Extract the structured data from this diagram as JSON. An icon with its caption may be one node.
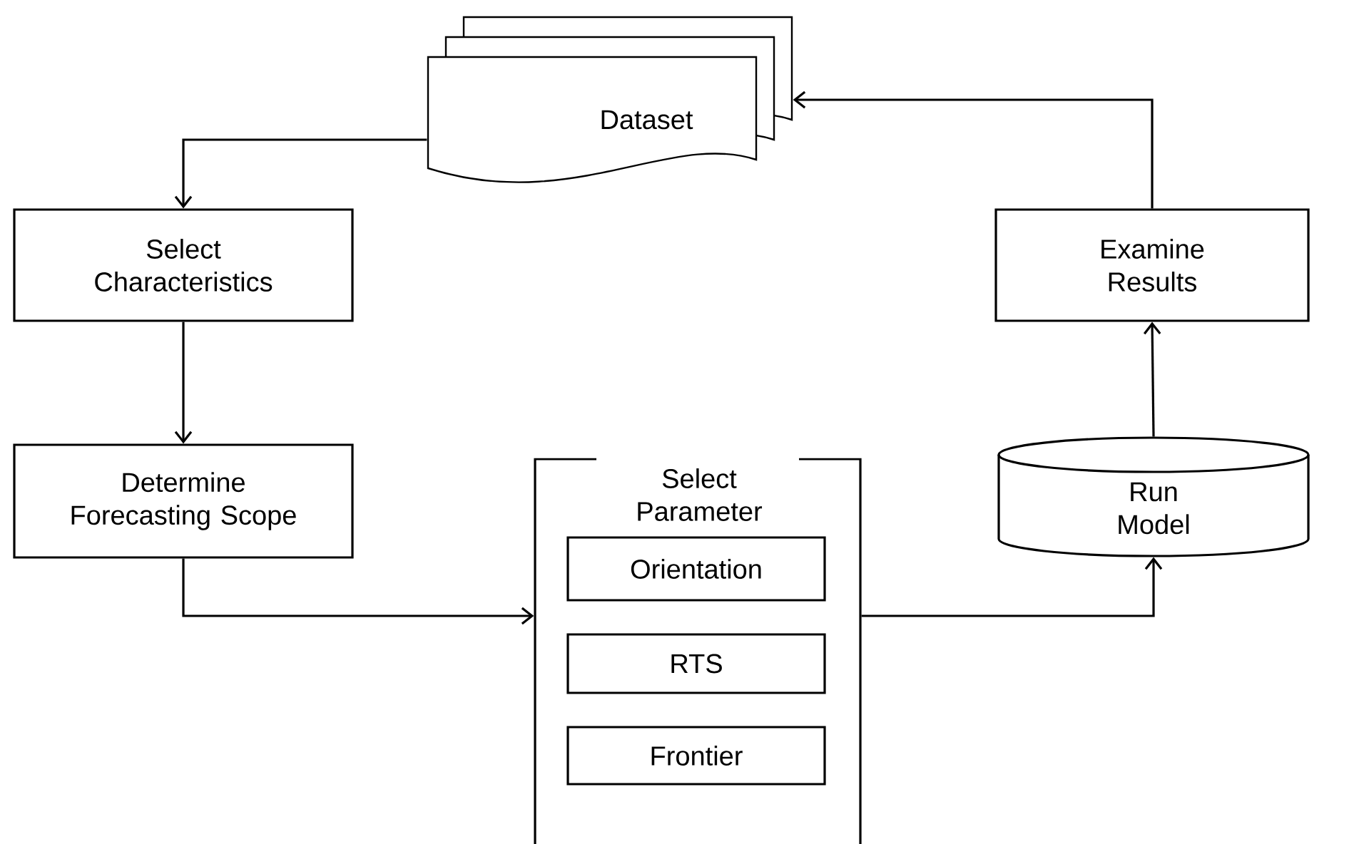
{
  "diagram": {
    "nodes": [
      {
        "text": [
          "Dataset"
        ]
      },
      {
        "text": [
          "Select Characteristics"
        ]
      },
      {
        "text": [
          "Determine Forecasting Scope"
        ]
      },
      {
        "text": [
          "Select Parameter"
        ]
      },
      {
        "text": [
          "Orientation"
        ],
        "in": 3
      },
      {
        "text": [
          "RTS"
        ],
        "in": 3
      },
      {
        "text": [
          "Frontier"
        ],
        "in": 3
      },
      {
        "text": [
          "Examine Results"
        ]
      },
      {
        "text": [
          "Run Model"
        ]
      }
    ],
    "edges": [
      {
        "from": 0,
        "to": 1,
        "arrow": "to"
      },
      {
        "from": 1,
        "to": 2,
        "arrow": "to"
      },
      {
        "from": 2,
        "to": 3,
        "arrow": "to"
      },
      {
        "from": 3,
        "to": 8,
        "arrow": "to"
      },
      {
        "from": 8,
        "to": 7,
        "arrow": "to"
      },
      {
        "from": 7,
        "to": 0,
        "arrow": "to"
      }
    ]
  }
}
